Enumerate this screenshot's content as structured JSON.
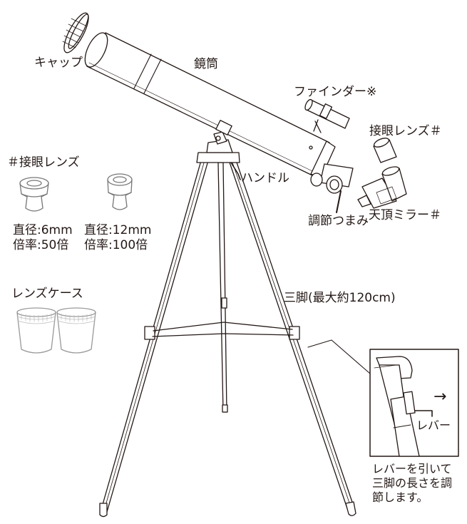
{
  "labels": {
    "cap": "キャップ",
    "tube": "鏡筒",
    "finder": "ファインダー※",
    "eyepiece_attached": "接眼レンズ＃",
    "eyepieces_title": "＃接眼レンズ",
    "handle": "ハンドル",
    "knob": "調節つまみ",
    "diagonal": "天頂ミラー＃",
    "tripod": "三脚(最大約120cm)",
    "lens_case": "レンズケース",
    "lever": "レバー"
  },
  "eyepieces": [
    {
      "diameter": "直径:6mm",
      "magnification": "倍率:50倍"
    },
    {
      "diameter": "直径:12mm",
      "magnification": "倍率:100倍"
    }
  ],
  "note_lines": [
    "レバーを引いて",
    "三脚の長さを調",
    "節します。"
  ],
  "arrow_glyph": "→"
}
